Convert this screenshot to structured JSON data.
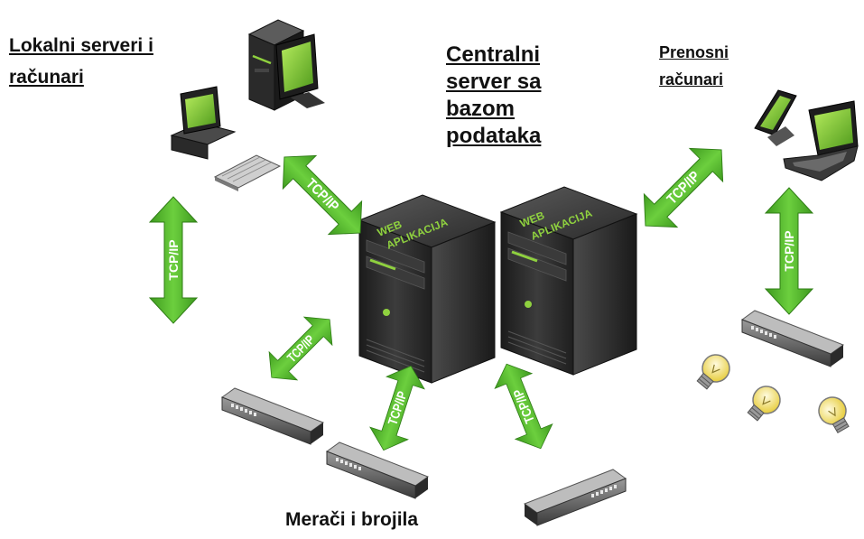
{
  "labels": {
    "local_line1": "Lokalni serveri i",
    "local_line2": "računari",
    "central_line1": "Centralni",
    "central_line2": "server sa",
    "central_line3": "bazom",
    "central_line4": "podataka",
    "portable_line1": "Prenosni",
    "portable_line2": "računari",
    "meters": "Merači i brojila"
  },
  "connection_label": "TCP/IP",
  "server_label_line1": "WEB",
  "server_label_line2": "APLIKACIJA",
  "colors": {
    "arrow": "#4cb02a",
    "arrow_light": "#7ed957",
    "server_body": "#2b2b2b",
    "screen": "#8fd13f",
    "device": "#6e6e6e",
    "bulb": "#f4e77a"
  }
}
